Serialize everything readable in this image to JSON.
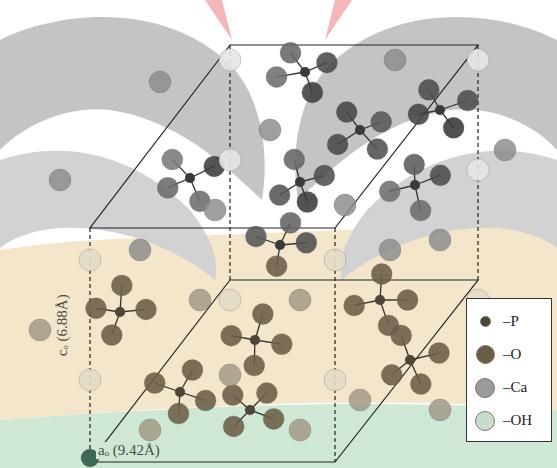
{
  "diagram": {
    "labels": [
      "cₒ (6.88Å)",
      "aₒ (9.42Å)"
    ],
    "legend": [
      {
        "text": "–P",
        "color": "#4d4535"
      },
      {
        "text": "–O",
        "color": "#6b5d45"
      },
      {
        "text": "–Ca",
        "color": "#9a9a9a"
      },
      {
        "text": "–OH",
        "color": "#c9dccb"
      }
    ]
  }
}
